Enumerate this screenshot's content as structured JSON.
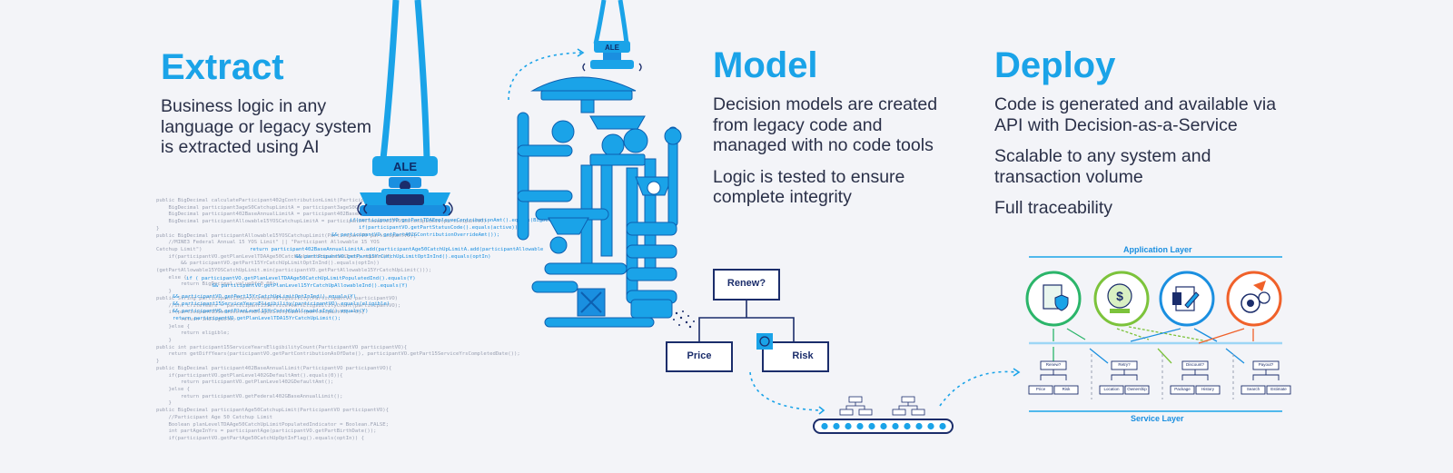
{
  "extract": {
    "title": "Extract",
    "body": "Business logic in any language or legacy system is extracted using AI"
  },
  "model": {
    "title": "Model",
    "p1": "Decision models are created from legacy code and managed with no code tools",
    "p2": "Logic is tested to ensure complete integrity"
  },
  "deploy": {
    "title": "Deploy",
    "p1": "Code is generated and available via API with Decision-as-a-Service",
    "p2": "Scalable to any system and transaction volume",
    "p3": "Full traceability"
  },
  "crane_label": "ALE",
  "crane_label_small": "ALE",
  "tree": {
    "root": "Renew?",
    "left": "Price",
    "right": "Risk"
  },
  "layers": {
    "top": "Application Layer",
    "bottom": "Service Layer"
  },
  "code_lines": [
    "public BigDecimal calculateParticipant402gContributionLimit(ParticipantVO participantVO){",
    "    BigDecimal participant3ageS0CatchupLimitA = participant3ageS0CatchupLimit(participantVO);",
    "    BigDecimal participant402BaseAnnualLimitA = participant402BaseAnnualLimit(participantVO);",
    "    BigDecimal participantAllowable15YOSCatchupLimitA = participantAllowable15YOSCatchupLimit(participantVO);",
    "}",
    "public BigDecimal participantAllowable15YOSCatchupLimit(ParticipantVO participantVO){",
    "    //MINE3 Federal Annual 15 YOS Limit\" || \"Participant Allowable 15 YOS",
    "Catchup Limit\")",
    "    if(participantVO.getPlanLevelTDAAge50CatchUpLimitPopulatedInd().equals(Y)",
    "        && participantVO.getPart15YrCatchUpLimitOptInInd().equals(optIn))",
    "(getPartAllowable15YOSCatchUpLimit.min(participantVO.getPartAllowable15YrCatchUpLimit()));",
    "    else {",
    "        return BigDecimal.valueOf(0.00);",
    "    }",
    "public String participant15ServiceYearsEligibility(ParticipantVO participantVO)",
    "    //int criteYears = participant15ServiceYearsEligibilityCount(participantVO);",
    "    if(participant15ServiceYearsEligibilityCount(participantVO)>=0){",
    "        return inEligible;",
    "    }else {",
    "        return eligible;",
    "    }",
    "public int participant15ServiceYearsEligibilityCount(ParticipantVO participantVO){",
    "    return getDiffYears(participantVO.getPartContributionAsOfDate(), participantVO.getPart15ServiceYrsCompletedDate());",
    "}",
    "public BigDecimal participant402BaseAnnualLimit(ParticipantVO participantVO){",
    "    if(participantVO.getPlanLevel402GDefaultAmt().equals(0)){",
    "        return participantVO.getPlanLevel402GDefaultAmt();",
    "    }else {",
    "        return participantVO.getFederal402GBaseAnnualLimit();",
    "    }",
    "public BigDecimal participantAge50CatchupLimit(ParticipantVO participantVO){",
    "    //Participant Age 50 Catchup Limit",
    "    Boolean planLevelTDAAge50CatchUpLimitPopulatedIndicator = Boolean.FALSE;",
    "    int partAgeInYrs = participantAge(participantVO.getPartBirthDate());",
    "    if(participantVO.getPartAge50CatchUpOptInFlag().equals(optIn)) {"
  ],
  "code_blue_lines": [
    "if(participantVO.getPartTDAEmployeeContributionAmt().equals(BigDecimal.v",
    "if(participantVO.getPartStatusCode().equals(active))",
    "&& participantVO.getPart402GContributionOverrideAmt());",
    "return participant402BaseAnnualLimitA.add(participantAge50CatchUpLimitA.add(participantAllowable",
    "&& participantVO.getPart15YrCatchUpLimitOptInInd().equals(optIn)",
    "if ( participantVO.getPlanLevelTDAAge50CatchUpLimitPopulatedInd().equals(Y)",
    "    && participantVO.getPlanLevel15YrCatchUpAllowableInd().equals(Y)",
    "&& participantVO.getPart15YrCatchUpLimitOptInInd().equals(Y)",
    "&& participant15ServiceYearsEligibility(participantVO).equals(eligible)",
    "&& participantVO.getPlanLevel15YrCatchUpAllowableInd().equals(Y)",
    "return participantVO.getPlanLevelTDA15YrCatchUpLimit();"
  ],
  "service_groups": [
    {
      "root": "Renew?",
      "leaves": [
        "Price",
        "Risk"
      ]
    },
    {
      "root": "Retry?",
      "leaves": [
        "Location",
        "Ownership"
      ]
    },
    {
      "root": "Discount?",
      "leaves": [
        "Package",
        "History"
      ]
    },
    {
      "root": "Payout?",
      "leaves": [
        "Search",
        "Estimate"
      ]
    }
  ],
  "app_icons": [
    {
      "name": "shield-document-icon",
      "color": "#2bb56a"
    },
    {
      "name": "dollar-coin-icon",
      "color": "#7cc33b"
    },
    {
      "name": "document-edit-icon",
      "color": "#1a8fe0"
    },
    {
      "name": "gears-rocket-icon",
      "color": "#f0612a"
    }
  ],
  "colors": {
    "accent": "#1aa3e8",
    "navy": "#1b2d6b",
    "green": "#2bb56a",
    "lime": "#7cc33b",
    "orange": "#f0612a"
  }
}
